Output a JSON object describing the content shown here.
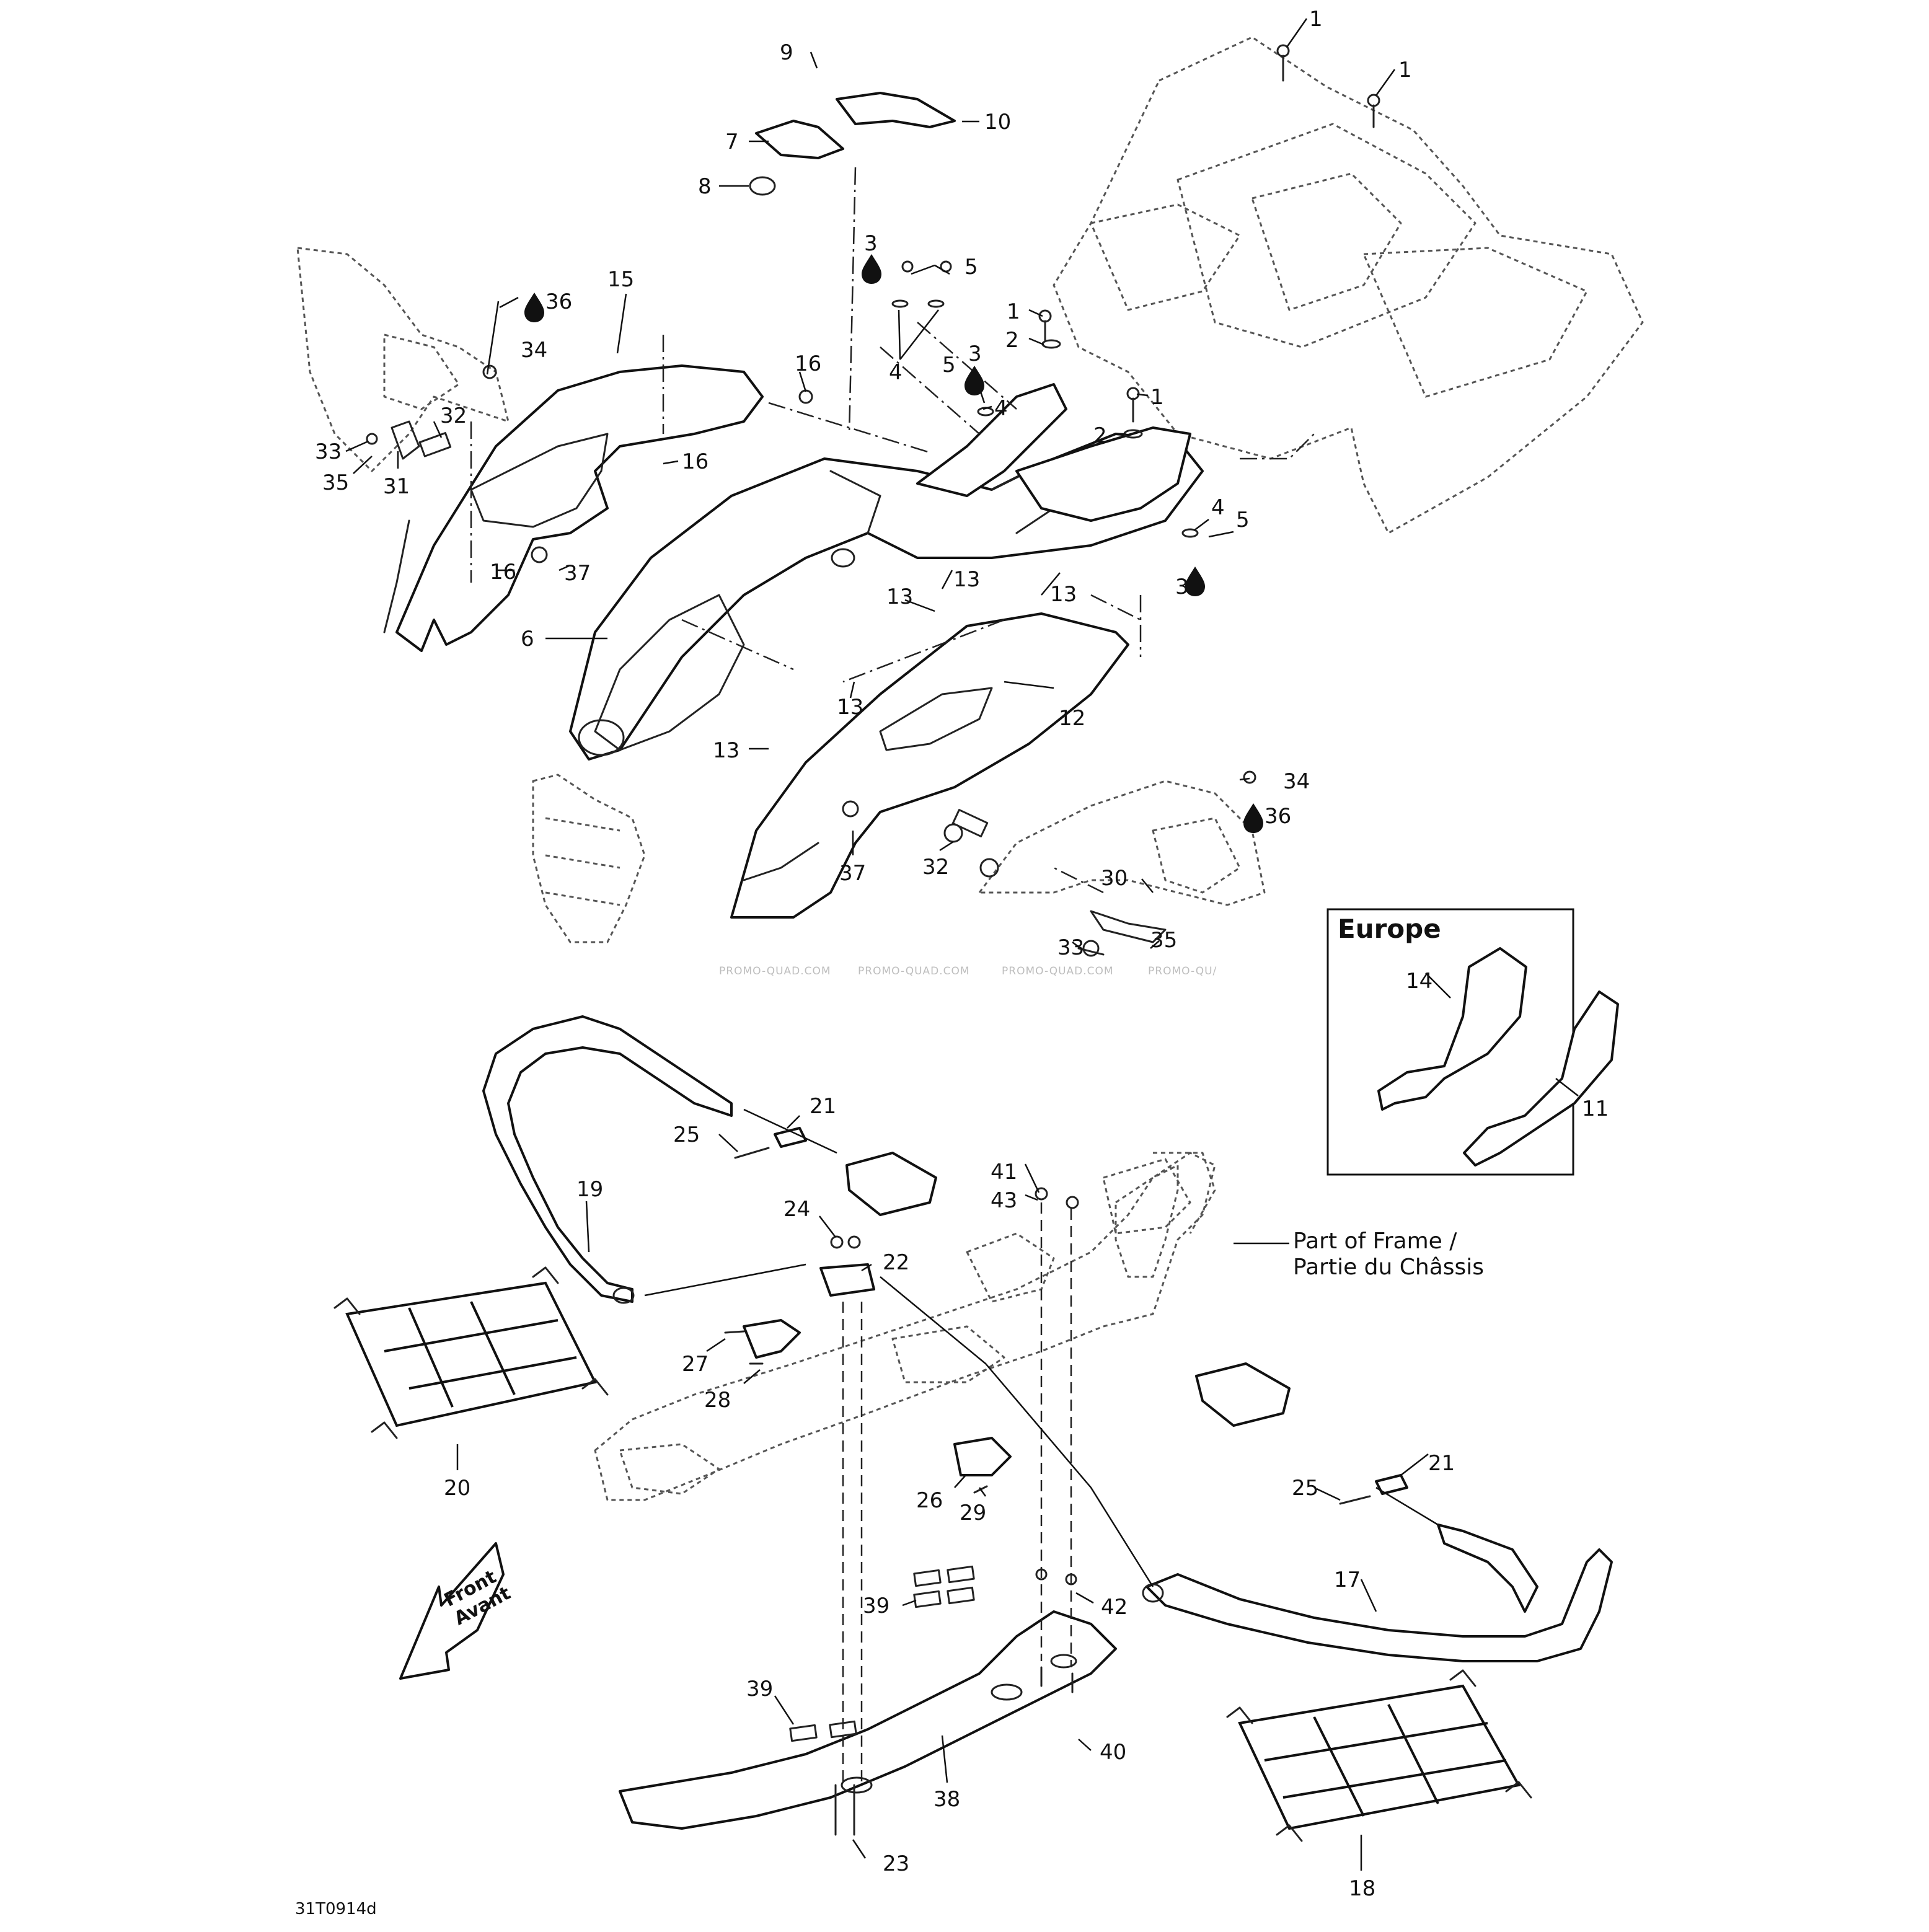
{
  "callouts": [
    {
      "id": "1",
      "label": "1"
    },
    {
      "id": "2",
      "label": "2"
    },
    {
      "id": "3",
      "label": "3"
    },
    {
      "id": "4",
      "label": "4"
    },
    {
      "id": "5",
      "label": "5"
    },
    {
      "id": "6",
      "label": "6"
    },
    {
      "id": "7",
      "label": "7"
    },
    {
      "id": "8",
      "label": "8"
    },
    {
      "id": "9",
      "label": "9"
    },
    {
      "id": "10",
      "label": "10"
    },
    {
      "id": "11",
      "label": "11"
    },
    {
      "id": "12",
      "label": "12"
    },
    {
      "id": "13",
      "label": "13"
    },
    {
      "id": "14",
      "label": "14"
    },
    {
      "id": "15",
      "label": "15"
    },
    {
      "id": "16",
      "label": "16"
    },
    {
      "id": "17",
      "label": "17"
    },
    {
      "id": "18",
      "label": "18"
    },
    {
      "id": "19",
      "label": "19"
    },
    {
      "id": "20",
      "label": "20"
    },
    {
      "id": "21",
      "label": "21"
    },
    {
      "id": "22",
      "label": "22"
    },
    {
      "id": "23",
      "label": "23"
    },
    {
      "id": "24",
      "label": "24"
    },
    {
      "id": "25",
      "label": "25"
    },
    {
      "id": "26",
      "label": "26"
    },
    {
      "id": "27",
      "label": "27"
    },
    {
      "id": "28",
      "label": "28"
    },
    {
      "id": "29",
      "label": "29"
    },
    {
      "id": "30",
      "label": "30"
    },
    {
      "id": "31",
      "label": "31"
    },
    {
      "id": "32",
      "label": "32"
    },
    {
      "id": "33",
      "label": "33"
    },
    {
      "id": "34",
      "label": "34"
    },
    {
      "id": "35",
      "label": "35"
    },
    {
      "id": "36",
      "label": "36"
    },
    {
      "id": "37",
      "label": "37"
    },
    {
      "id": "38",
      "label": "38"
    },
    {
      "id": "39",
      "label": "39"
    },
    {
      "id": "40",
      "label": "40"
    },
    {
      "id": "41",
      "label": "41"
    },
    {
      "id": "42",
      "label": "42"
    },
    {
      "id": "43",
      "label": "43"
    }
  ],
  "europe_inset": {
    "title": "Europe"
  },
  "frame_note": {
    "line1": "Part of Frame /",
    "line2": "Partie du Châssis"
  },
  "front_arrow": {
    "line1": "Front",
    "line2": "Avant"
  },
  "watermark": {
    "text": "PROMO-QUAD.COM",
    "partial": "PROMO-QU/"
  },
  "drawing_code": "31T0914d",
  "icons": {
    "loctite_drop": "drop-icon",
    "front_direction": "arrow-left-icon"
  }
}
